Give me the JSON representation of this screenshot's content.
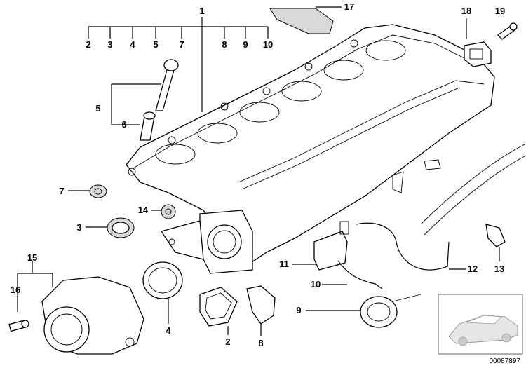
{
  "diagram": {
    "labels": {
      "l1": "1",
      "l2a": "2",
      "l3a": "3",
      "l4a": "4",
      "l5a": "5",
      "l7a": "7",
      "l8a": "8",
      "l9a": "9",
      "l10a": "10",
      "l17": "17",
      "l18": "18",
      "l19": "19",
      "l5b": "5",
      "l6": "6",
      "l7b": "7",
      "l14": "14",
      "l3b": "3",
      "l15": "15",
      "l16": "16",
      "l4b": "4",
      "l2b": "2",
      "l8b": "8",
      "l11": "11",
      "l10b": "10",
      "l9b": "9",
      "l12": "12",
      "l13": "13"
    },
    "reference_code": "00087897"
  }
}
